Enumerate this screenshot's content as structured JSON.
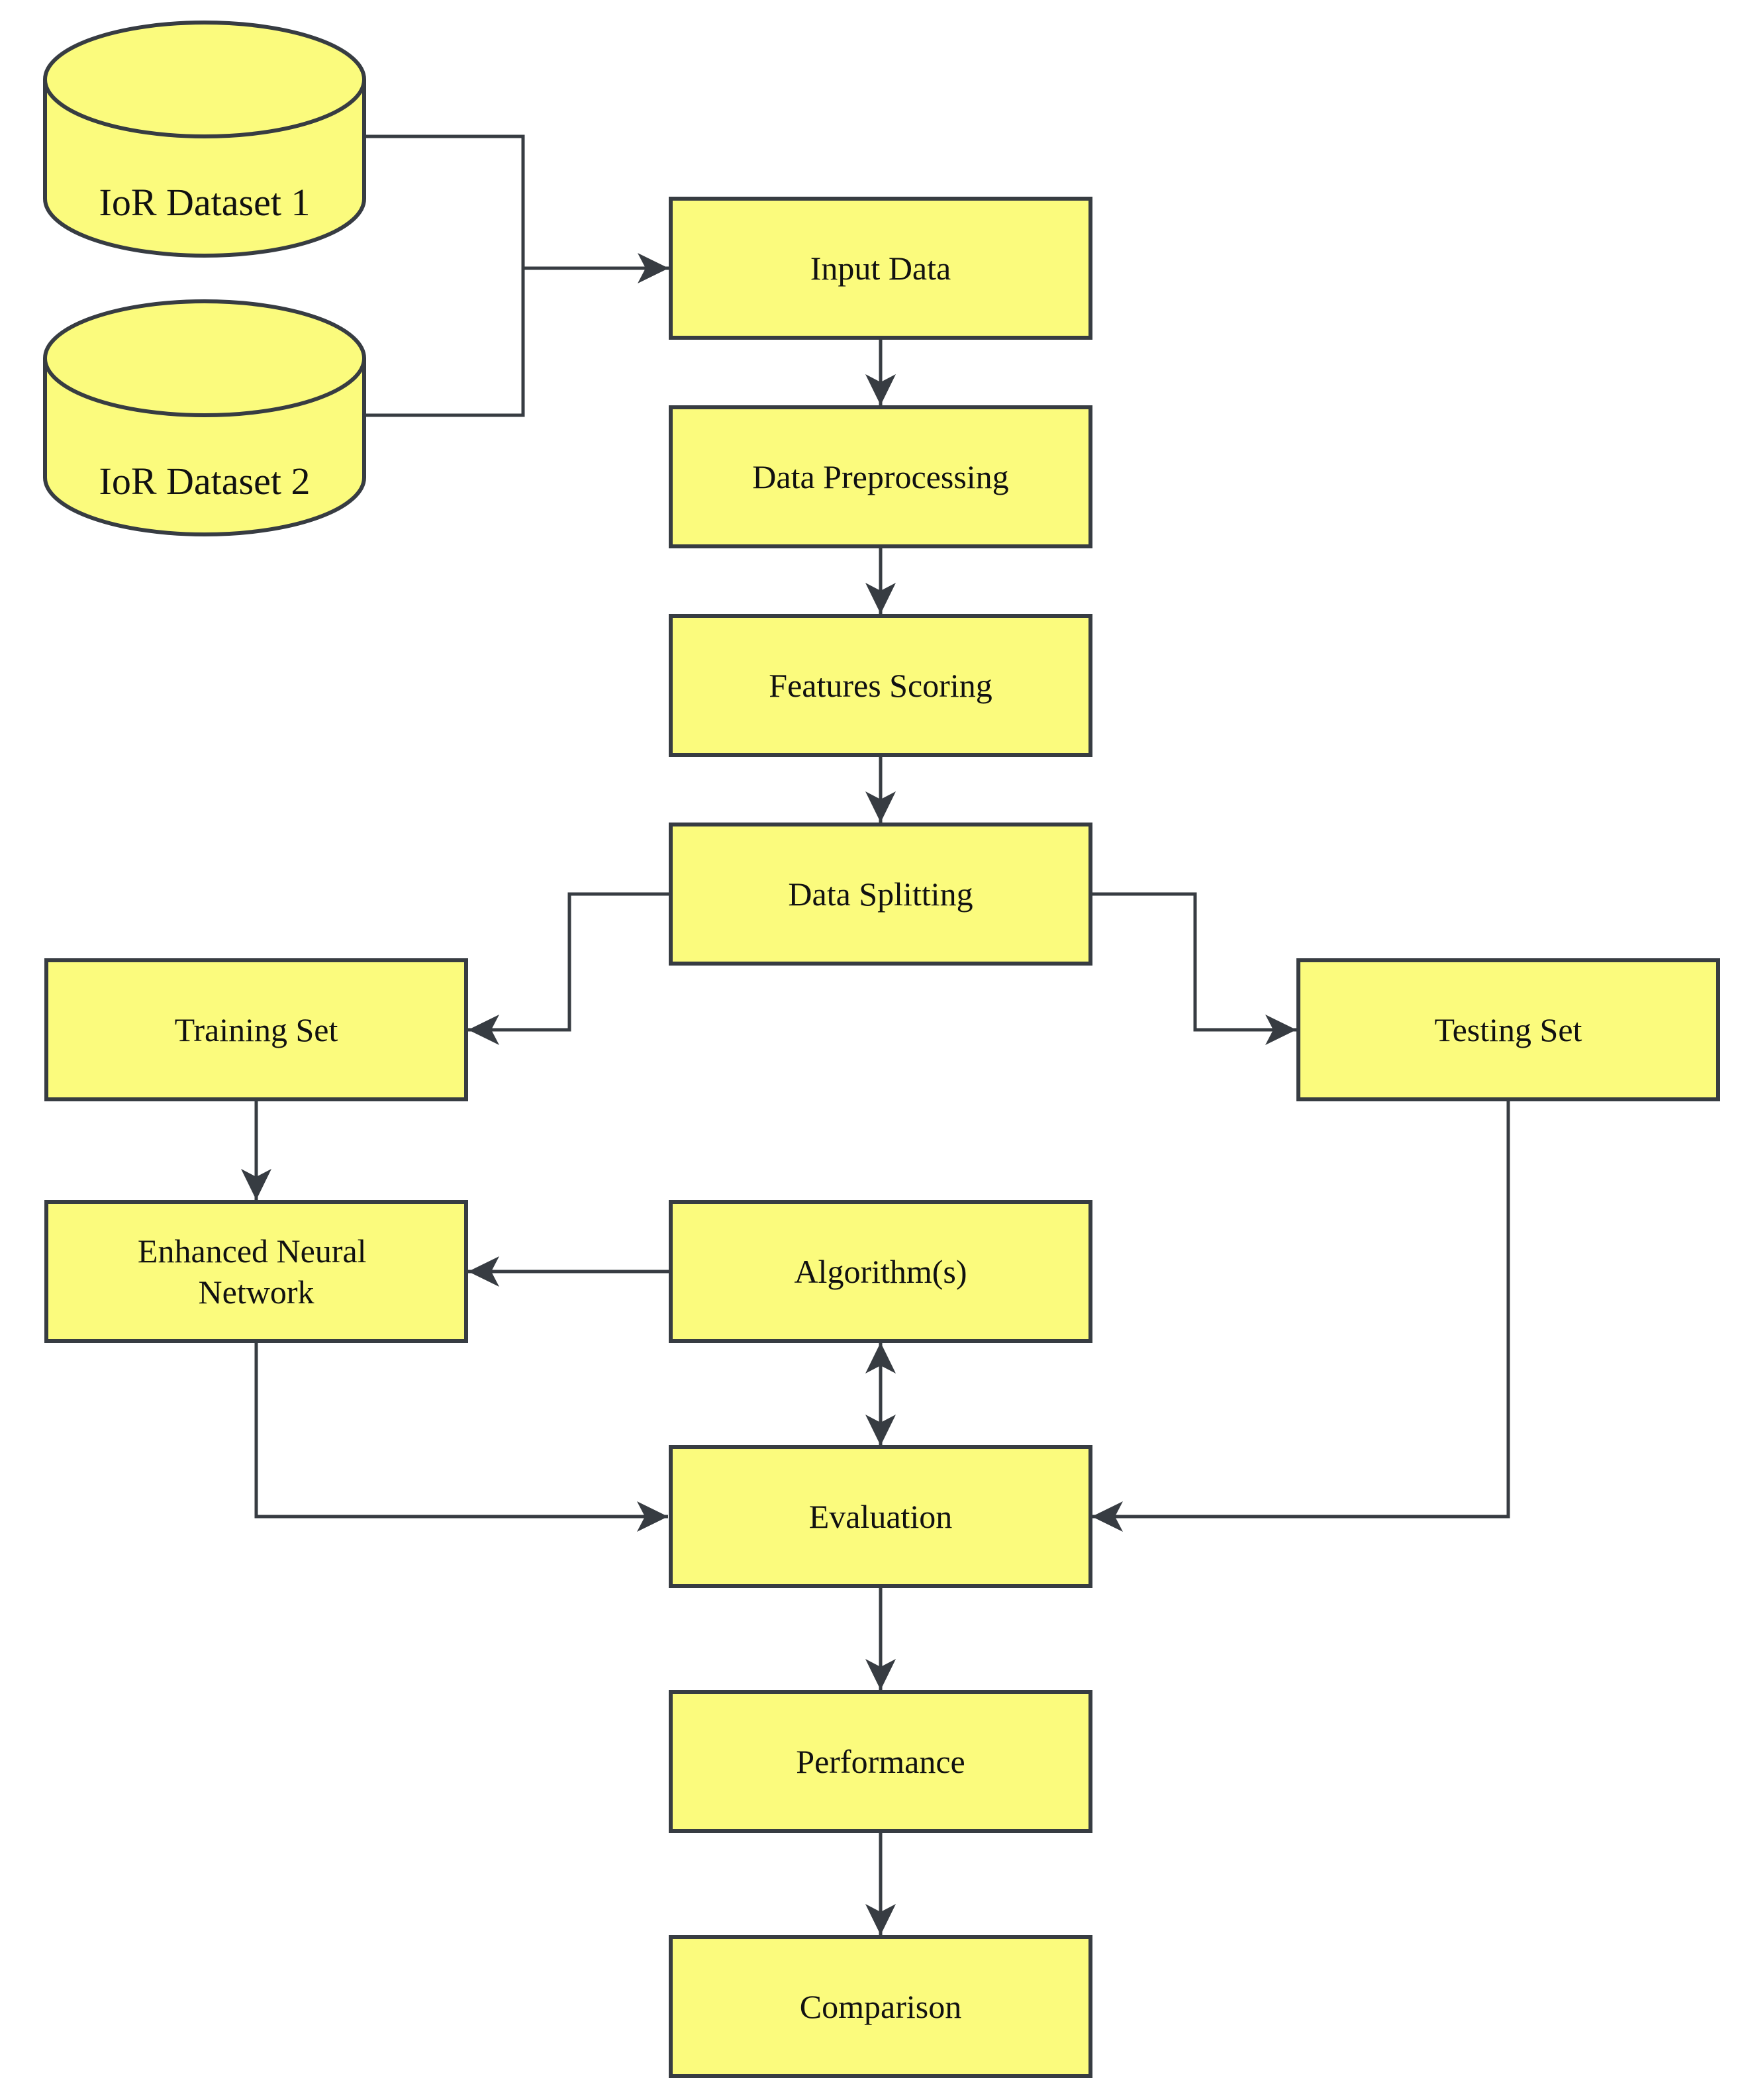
{
  "diagram": {
    "type": "flowchart",
    "colors": {
      "background": "#ffffff",
      "node_fill": "#fbfb7d",
      "node_stroke": "#373c42",
      "edge_color": "#373c42",
      "text_color": "#111111"
    },
    "nodes": {
      "ior_dataset_1": {
        "label": "IoR Dataset 1",
        "shape": "cylinder"
      },
      "ior_dataset_2": {
        "label": "IoR Dataset 2",
        "shape": "cylinder"
      },
      "input_data": {
        "label": "Input Data",
        "shape": "rect"
      },
      "data_preprocessing": {
        "label": "Data Preprocessing",
        "shape": "rect"
      },
      "features_scoring": {
        "label": "Features Scoring",
        "shape": "rect"
      },
      "data_splitting": {
        "label": "Data Splitting",
        "shape": "rect"
      },
      "training_set": {
        "label": "Training Set",
        "shape": "rect"
      },
      "testing_set": {
        "label": "Testing Set",
        "shape": "rect"
      },
      "enhanced_neural_network": {
        "label": "Enhanced Neural Network",
        "line1": "Enhanced Neural",
        "line2": "Network",
        "shape": "rect"
      },
      "algorithms": {
        "label": "Algorithm(s)",
        "shape": "rect"
      },
      "evaluation": {
        "label": "Evaluation",
        "shape": "rect"
      },
      "performance": {
        "label": "Performance",
        "shape": "rect"
      },
      "comparison": {
        "label": "Comparison",
        "shape": "rect"
      }
    },
    "edges": [
      {
        "from": "ior_dataset_1",
        "to": "input_data",
        "arrow": "end"
      },
      {
        "from": "ior_dataset_2",
        "to": "input_data",
        "arrow": "end"
      },
      {
        "from": "input_data",
        "to": "data_preprocessing",
        "arrow": "end"
      },
      {
        "from": "data_preprocessing",
        "to": "features_scoring",
        "arrow": "end"
      },
      {
        "from": "features_scoring",
        "to": "data_splitting",
        "arrow": "end"
      },
      {
        "from": "data_splitting",
        "to": "training_set",
        "arrow": "end"
      },
      {
        "from": "data_splitting",
        "to": "testing_set",
        "arrow": "end"
      },
      {
        "from": "training_set",
        "to": "enhanced_neural_network",
        "arrow": "end"
      },
      {
        "from": "algorithms",
        "to": "enhanced_neural_network",
        "arrow": "end"
      },
      {
        "from": "algorithms",
        "to": "evaluation",
        "arrow": "both"
      },
      {
        "from": "enhanced_neural_network",
        "to": "evaluation",
        "arrow": "end"
      },
      {
        "from": "testing_set",
        "to": "evaluation",
        "arrow": "end"
      },
      {
        "from": "evaluation",
        "to": "performance",
        "arrow": "end"
      },
      {
        "from": "performance",
        "to": "comparison",
        "arrow": "end"
      }
    ]
  }
}
